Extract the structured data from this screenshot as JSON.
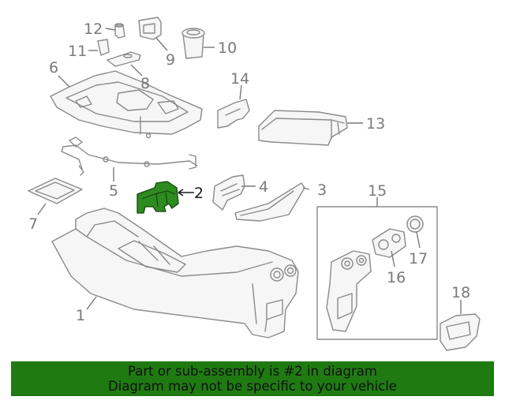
{
  "callouts": {
    "c1": "1",
    "c2": "2",
    "c3": "3",
    "c4": "4",
    "c5": "5",
    "c6": "6",
    "c7": "7",
    "c8": "8",
    "c9": "9",
    "c10": "10",
    "c11": "11",
    "c12": "12",
    "c13": "13",
    "c14": "14",
    "c15": "15",
    "c16": "16",
    "c17": "17",
    "c18": "18"
  },
  "highlight": {
    "part": "2",
    "color": "#2e8b1f"
  },
  "banner": {
    "line1": "Part or sub-assembly is #2 in diagram",
    "line2": "Diagram may not be specific to your vehicle",
    "color": "#1f7a12"
  }
}
